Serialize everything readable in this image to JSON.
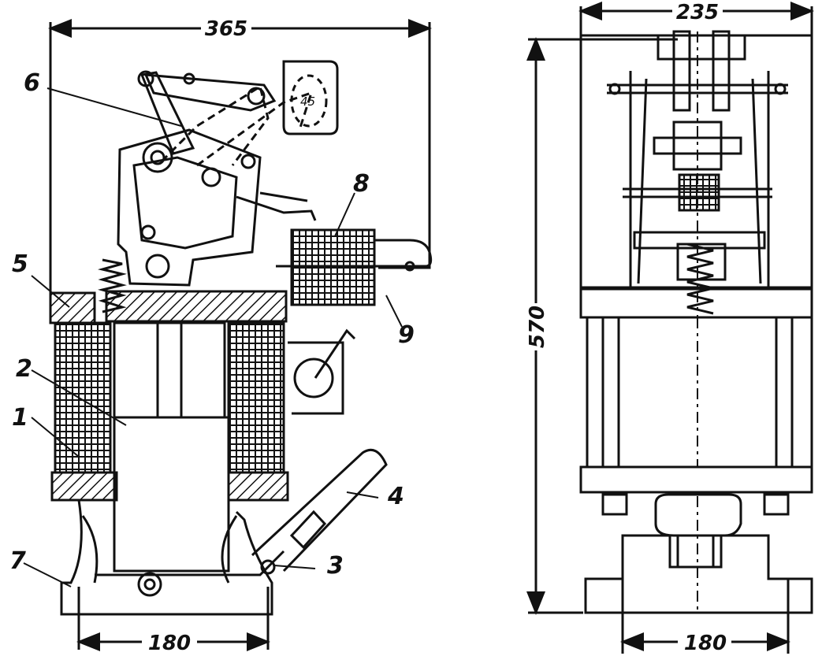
{
  "dimensions": {
    "side_width": "365",
    "side_base": "180",
    "front_width": "235",
    "front_height": "570",
    "front_base": "180"
  },
  "callouts": {
    "c1": "1",
    "c2": "2",
    "c3": "3",
    "c4": "4",
    "c5": "5",
    "c6": "6",
    "c7": "7",
    "c8": "8",
    "c9": "9",
    "c45": "45"
  }
}
